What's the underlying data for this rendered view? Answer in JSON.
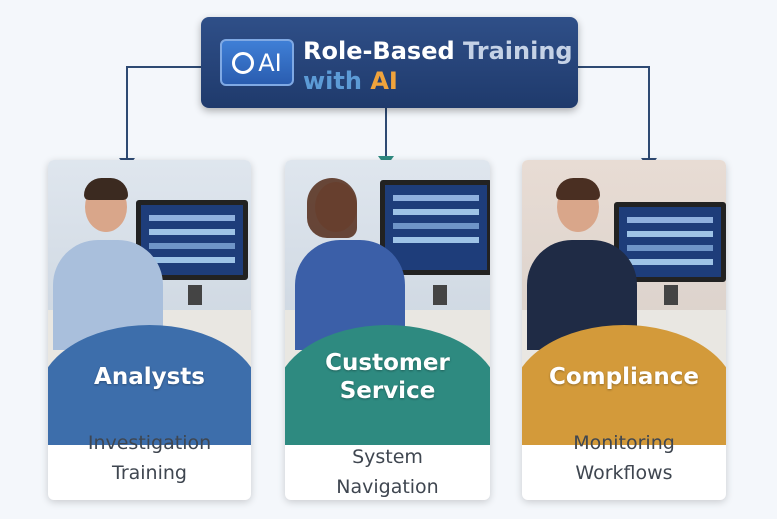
{
  "header": {
    "logo_text": "AI",
    "title_line1_a": "Role-Based ",
    "title_line1_b": "Training",
    "title_line2_a": "with ",
    "title_line2_b": "AI"
  },
  "cards": [
    {
      "role": "Analysts",
      "desc_line1": "Investigation",
      "desc_line2": "Training",
      "color": "#3d6eab"
    },
    {
      "role_line1": "Customer",
      "role_line2": "Service",
      "desc_line1": "System",
      "desc_line2": "Navigation",
      "color": "#2e8a80"
    },
    {
      "role": "Compliance",
      "desc_line1": "Monitoring",
      "desc_line2": "Workflows",
      "color": "#d39a3a"
    }
  ]
}
